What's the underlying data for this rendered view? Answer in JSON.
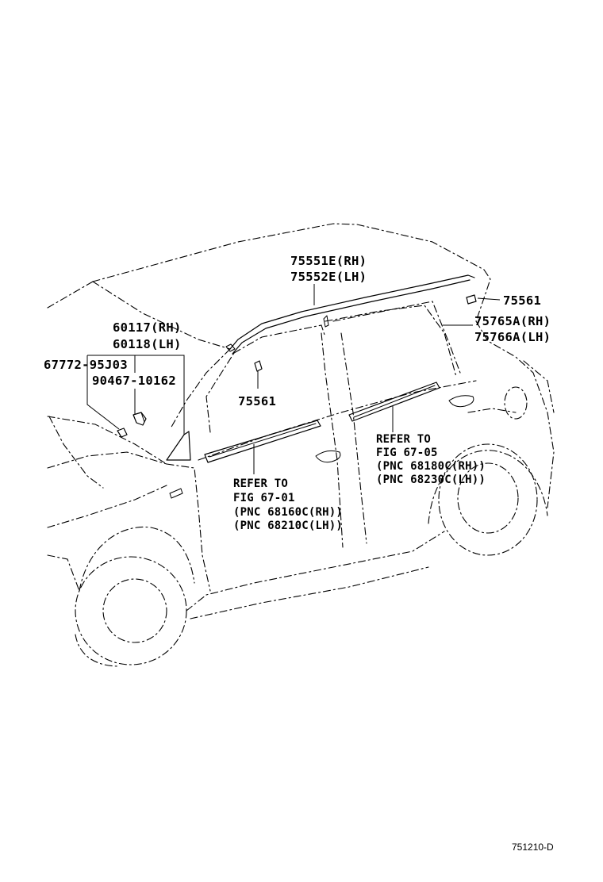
{
  "callouts": {
    "moulding_upper_rh": "75551E(RH)",
    "moulding_upper_lh": "75552E(LH)",
    "clip_rear": "75561",
    "rear_moulding_rh": "75765A(RH)",
    "rear_moulding_lh": "75766A(LH)",
    "pillar_rh": "60117(RH)",
    "pillar_lh": "60118(LH)",
    "part_67772": "67772-95J03",
    "part_90467": "90467-10162",
    "clip_front": "75561"
  },
  "references": {
    "front_door": {
      "line1": "REFER TO",
      "line2": "FIG 67-01",
      "line3": "(PNC 68160C(RH))",
      "line4": "(PNC 68210C(LH))"
    },
    "rear_door": {
      "line1": "REFER TO",
      "line2": "FIG 67-05",
      "line3": "(PNC 68180C(RH))",
      "line4": "(PNC 68230C(LH))"
    }
  },
  "figure_code": "751210-D"
}
